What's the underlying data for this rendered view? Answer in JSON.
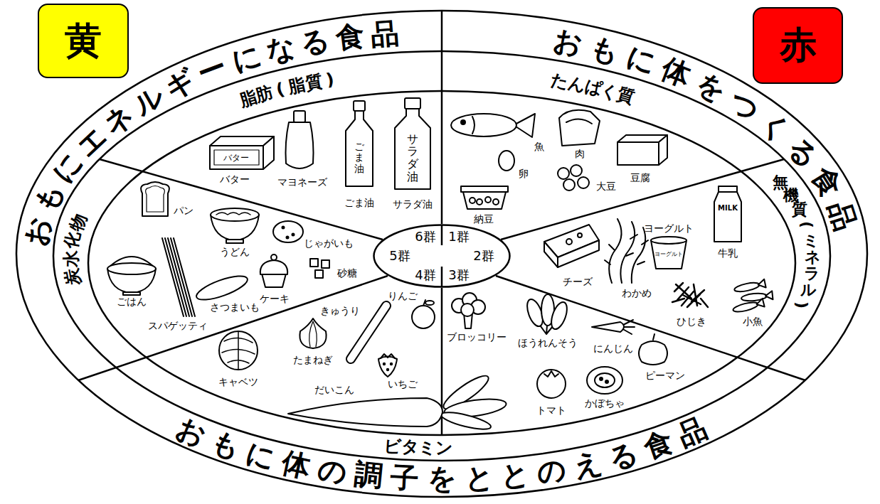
{
  "diagram": {
    "nodes": [
      {
        "text": [
          "黄"
        ]
      },
      {
        "text": [
          "赤"
        ]
      },
      {
        "text": [
          "6群",
          "1群",
          "5群",
          "2群",
          "4群",
          "3群"
        ]
      }
    ],
    "labels": [
      "おもにエネルギーになる食品",
      "おもに体をつくる食品",
      "おもに体の調子をととのえる食品",
      "脂肪(脂質)",
      "たんぱく質",
      "無機質(ミネラル)",
      "ビタミン",
      "炭水化物",
      "バター",
      "バター",
      "マヨネーズ",
      "ごま油",
      "ごま油",
      "サラダ油",
      "サラダ油",
      "魚",
      "卵",
      "肉",
      "豆腐",
      "大豆",
      "納豆",
      "MILK",
      "牛乳",
      "ヨーグルト",
      "ヨーグルト",
      "チーズ",
      "わかめ",
      "ひじき",
      "小魚",
      "パン",
      "うどん",
      "じゃがいも",
      "砂糖",
      "ケーキ",
      "ごはん",
      "さつまいも",
      "スパゲッティ",
      "きゅうり",
      "りんご",
      "たまねぎ",
      "キャベツ",
      "いちご",
      "だいこん",
      "ブロッコリー",
      "ほうれんそう",
      "にんじん",
      "ピーマン",
      "トマト",
      "かぼちゃ"
    ]
  }
}
